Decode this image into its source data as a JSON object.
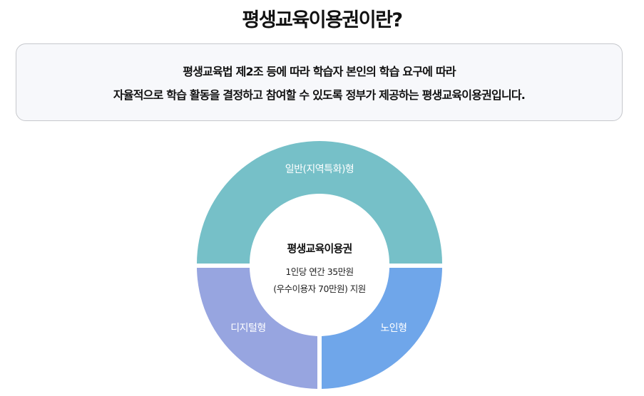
{
  "page": {
    "title": "평생교육이용권이란?"
  },
  "description": {
    "line1": "평생교육법 제2조 등에 따라 학습자 본인의 학습 요구에 따라",
    "line2": "자율적으로 학습 활동을 결정하고 참여할 수 있도록 정부가 제공하는 평생교육이용권입니다."
  },
  "diagram": {
    "center_title": "평생교육이용권",
    "center_line1": "1인당 연간  35만원",
    "center_line2": "(우수이용자 70만원) 지원",
    "segments": [
      {
        "label": "일반(지역특화)형",
        "color": "#76c0c8"
      },
      {
        "label": "디지털형",
        "color": "#97a5e0"
      },
      {
        "label": "노인형",
        "color": "#6fa6ea"
      }
    ]
  }
}
